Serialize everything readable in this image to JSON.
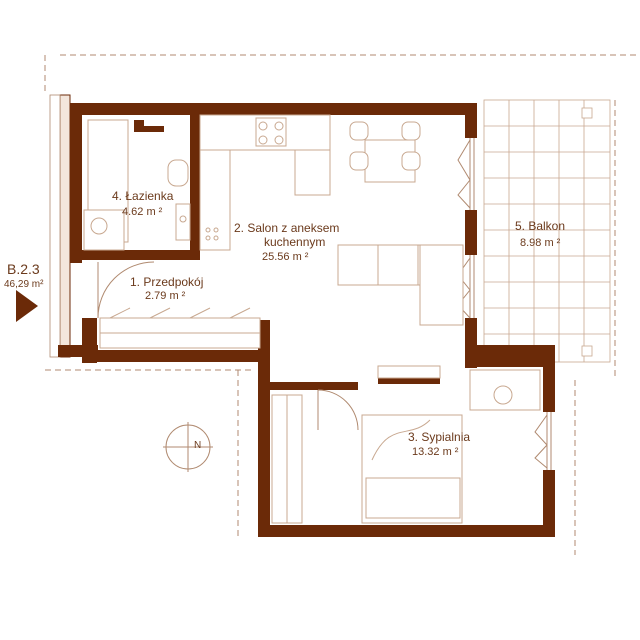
{
  "colors": {
    "wall": "#6b2a08",
    "line": "#b08a70",
    "furniture": "#c8a890",
    "text": "#6b3a1c"
  },
  "unit": {
    "code": "B.2.3",
    "area": "46,29 m²"
  },
  "rooms": [
    {
      "name": "1. Przedpokój",
      "area": "2.79 m ²"
    },
    {
      "name": "2. Salon z aneksem",
      "name2": "kuchennym",
      "area": "25.56 m ²"
    },
    {
      "name": "3. Sypialnia",
      "area": "13.32 m ²"
    },
    {
      "name": "4. Łazienka",
      "area": "4.62 m ²"
    },
    {
      "name": "5. Balkon",
      "area": "8.98 m ²"
    }
  ],
  "compass": {
    "letter": "N",
    "icon": "north-compass-icon"
  },
  "entry": {
    "icon": "entrance-arrow-icon"
  }
}
